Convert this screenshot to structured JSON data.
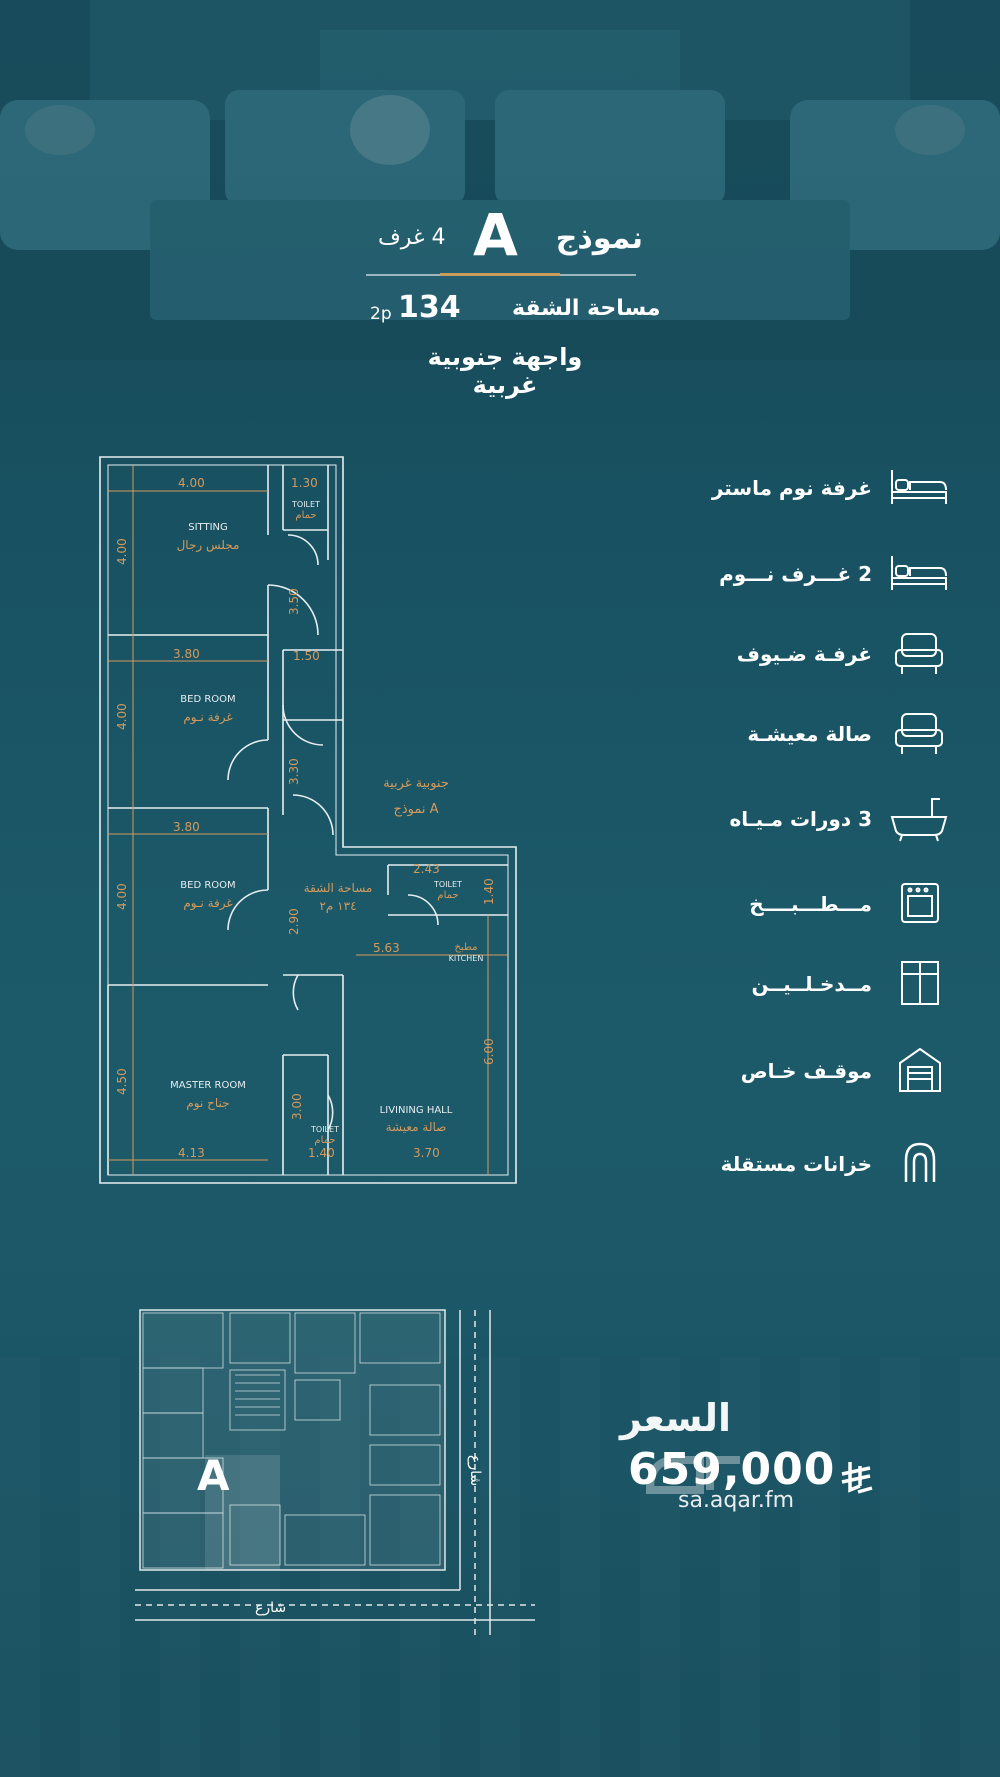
{
  "header": {
    "model_word": "نموذج",
    "model_letter": "A",
    "rooms": "4 غرف",
    "area_label": "مساحة الشقة",
    "area_value": "134",
    "area_unit": "2p",
    "facade": "واجهة جنوبية غربية"
  },
  "floorplan": {
    "note_line1": "جنوبية غربية",
    "note_line2": "نموذج A",
    "sitting_en": "SITTING",
    "sitting_ar": "مجلس رجال",
    "bed1_en": "BED ROOM",
    "bed1_ar": "غرفة نـوم",
    "bed2_en": "BED ROOM",
    "bed2_ar": "غرفة نـوم",
    "master_en": "MASTER ROOM",
    "master_ar": "جناح نوم",
    "living_en": "LIVINING HALL",
    "living_ar": "صالة معيشة",
    "kitchen_en": "KITCHEN",
    "kitchen_ar": "مطبخ",
    "toilet_en": "TOILET",
    "toilet_ar": "حمام",
    "area_ar": "مساحة الشقة",
    "area_val": "١٣٤ م٢",
    "dims": {
      "d_400_top": "4.00",
      "d_130": "1.30",
      "d_400_sit": "4.00",
      "d_350": "3.50",
      "d_150": "1.50",
      "d_380_a": "3.80",
      "d_400_b1": "4.00",
      "d_330": "3.30",
      "d_380_b": "3.80",
      "d_400_b2": "4.00",
      "d_290": "2.90",
      "d_243": "2.43",
      "d_140_r": "1.40",
      "d_563": "5.63",
      "d_600": "6.00",
      "d_450": "4.50",
      "d_300": "3.00",
      "d_413": "4.13",
      "d_140_b": "1.40",
      "d_370": "3.70"
    }
  },
  "features": [
    {
      "label": "غرفة نوم ماستر",
      "icon": "bed-icon"
    },
    {
      "label": "2 غـــرف نـــوم",
      "icon": "bed-icon"
    },
    {
      "label": "غرفـة ضـيوف",
      "icon": "armchair-icon"
    },
    {
      "label": "صالة معيشـة",
      "icon": "armchair-icon"
    },
    {
      "label": "3 دورات مـيـاه",
      "icon": "bathtub-icon"
    },
    {
      "label": "مـــطـــبــــخ",
      "icon": "oven-icon"
    },
    {
      "label": "مــدخـلــيــن",
      "icon": "door-icon"
    },
    {
      "label": "موقـف خـاص",
      "icon": "garage-icon"
    },
    {
      "label": "خزانات مستقلة",
      "icon": "tank-icon"
    }
  ],
  "siteplan": {
    "letter": "A",
    "street": "شارع"
  },
  "price": {
    "label": "السعر",
    "value": "659,000",
    "currency": "riyal-icon"
  },
  "watermark": "sa.aqar.fm"
}
